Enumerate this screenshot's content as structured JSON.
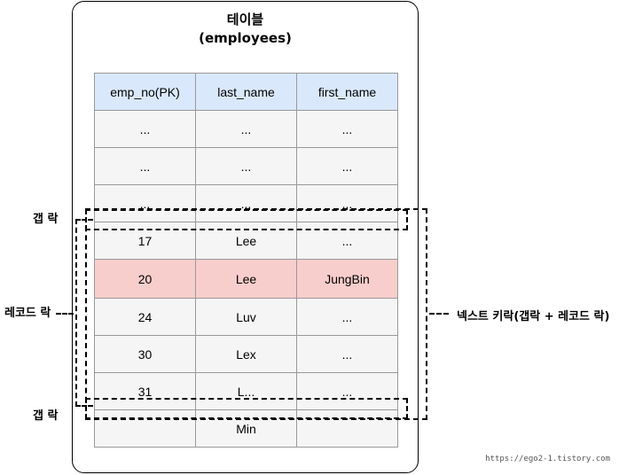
{
  "title": {
    "line1": "테이블",
    "line2": "(employees)"
  },
  "table": {
    "headers": [
      "emp_no(PK)",
      "last_name",
      "first_name"
    ],
    "rows": [
      [
        "...",
        "...",
        "..."
      ],
      [
        "...",
        "...",
        "..."
      ],
      [
        "...",
        "...",
        "..."
      ],
      [
        "17",
        "Lee",
        "..."
      ],
      [
        "20",
        "Lee",
        "JungBin"
      ],
      [
        "24",
        "Luv",
        "..."
      ],
      [
        "30",
        "Lex",
        "..."
      ],
      [
        "31",
        "L...",
        "..."
      ],
      [
        "",
        "Min",
        ""
      ]
    ]
  },
  "labels": {
    "gap_lock_top": "갭 락",
    "record_lock": "레코드 락",
    "gap_lock_bottom": "갭 락",
    "next_key_lock": "넥스트 키락(갭락 + 레코드 락)"
  },
  "footer": "https://ego2-1.tistory.com",
  "colors": {
    "header": "#dae8fc",
    "highlight": "#f8cecc",
    "cell": "#f5f5f5"
  }
}
